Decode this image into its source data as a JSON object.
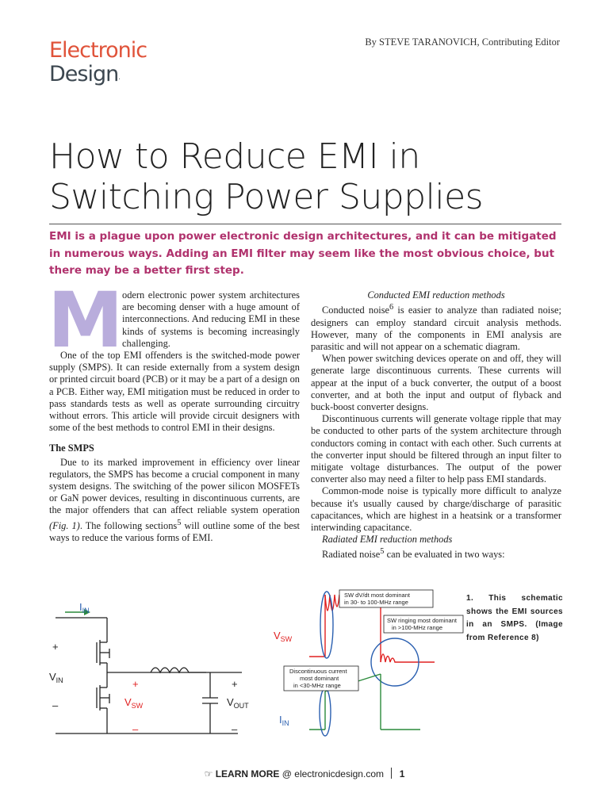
{
  "header": {
    "logo_line1": "Electronic",
    "logo_line2": "Design",
    "logo_reg": ".",
    "byline": "By STEVE TARANOVICH, Contributing Editor"
  },
  "article": {
    "title": "How to Reduce EMI in Switching Power Supplies",
    "deck": "EMI is a plague upon power electronic design architectures, and it can be mitigated in numerous ways. Adding an EMI filter may seem like the most obvious choice, but there may be a better first step.",
    "dropcap": "M",
    "col1": {
      "p1": "odern electronic power system architectures are becoming denser with a huge amount of interconnections. And reducing EMI in these kinds of systems is becoming increasingly challenging.",
      "p2": "One of the top EMI offenders is the switched-mode power supply (SMPS). It can reside externally from a system design or printed circuit board (PCB) or it may be a part of a design on a PCB. Either way, EMI mitigation must be reduced in order to pass standards tests as well as operate surrounding circuitry without errors. This article will provide circuit designers with some of the best methods to control EMI in their designs.",
      "h1": "The SMPS",
      "p3a": "Due to its marked improvement in efficiency over linear regulators, the SMPS has become a crucial component in many system designs. The switching of the power silicon MOSFETs or GaN power devices, resulting in discontinuous currents, are the major offenders that can affect reliable system operation ",
      "p3fig": "(Fig. 1)",
      "p3b": ". The following sections",
      "p3sup": "5",
      "p3c": " will outline some of the best ways to reduce the various forms of EMI."
    },
    "col2": {
      "h1": "Conducted EMI reduction methods",
      "p1a": "Conducted noise",
      "p1sup": "6",
      "p1b": " is easier to analyze than radiated noise; designers can employ standard circuit analysis methods. However, many of the components in EMI analysis are parasitic and will not appear on a schematic diagram.",
      "p2": "When power switching devices operate on and off, they will generate large discontinuous currents. These currents will appear at the input of a buck converter, the output of a boost converter, and at both the input and output of flyback and buck-boost converter designs.",
      "p3": "Discontinuous currents will generate voltage ripple that may be conducted to other parts of the system architecture through conductors coming in contact with each other. Such currents at the converter input should be filtered through an input filter to mitigate voltage disturbances. The output of the power converter also may need a filter to help pass EMI standards.",
      "p4": "Common-mode noise is typically more difficult to analyze because it's usually caused by charge/discharge of parasitic capacitances, which are highest in a heatsink or a transformer interwinding capacitance.",
      "h2": "Radiated EMI reduction methods",
      "p5a": "Radiated noise",
      "p5sup": "5",
      "p5b": " can be evaluated in two ways:"
    }
  },
  "figure": {
    "caption": "1. This schematic shows the EMI sources in an SMPS. (Image from Reference 8)",
    "labels": {
      "iin": "I",
      "iin_sub": "IN",
      "plus1": "+",
      "vin": "V",
      "vin_sub": "IN",
      "minus1": "–",
      "plus2": "+",
      "vsw": "V",
      "vsw_sub": "SW",
      "minus2": "–",
      "plus3": "+",
      "vout": "V",
      "vout_sub": "OUT",
      "minus3": "–",
      "vsw2": "V",
      "vsw2_sub": "SW",
      "iin2": "I",
      "iin2_sub": "IN",
      "box1_l1": "SW dV/dt most dominant",
      "box1_l2": "in 30- to 100-MHz range",
      "box2_l1": "SW ringing most dominant",
      "box2_l2": "in >100-MHz range",
      "box3_l1": "Discontinuous current",
      "box3_l2": "most dominant",
      "box3_l3": "in <30-MHz range"
    },
    "colors": {
      "red": "#e02020",
      "blue": "#2a5fb0",
      "navy": "#1a2a6a"
    }
  },
  "footer": {
    "learn_more": "LEARN MORE",
    "at": "@",
    "site": "electronicdesign.com",
    "page": "1"
  }
}
